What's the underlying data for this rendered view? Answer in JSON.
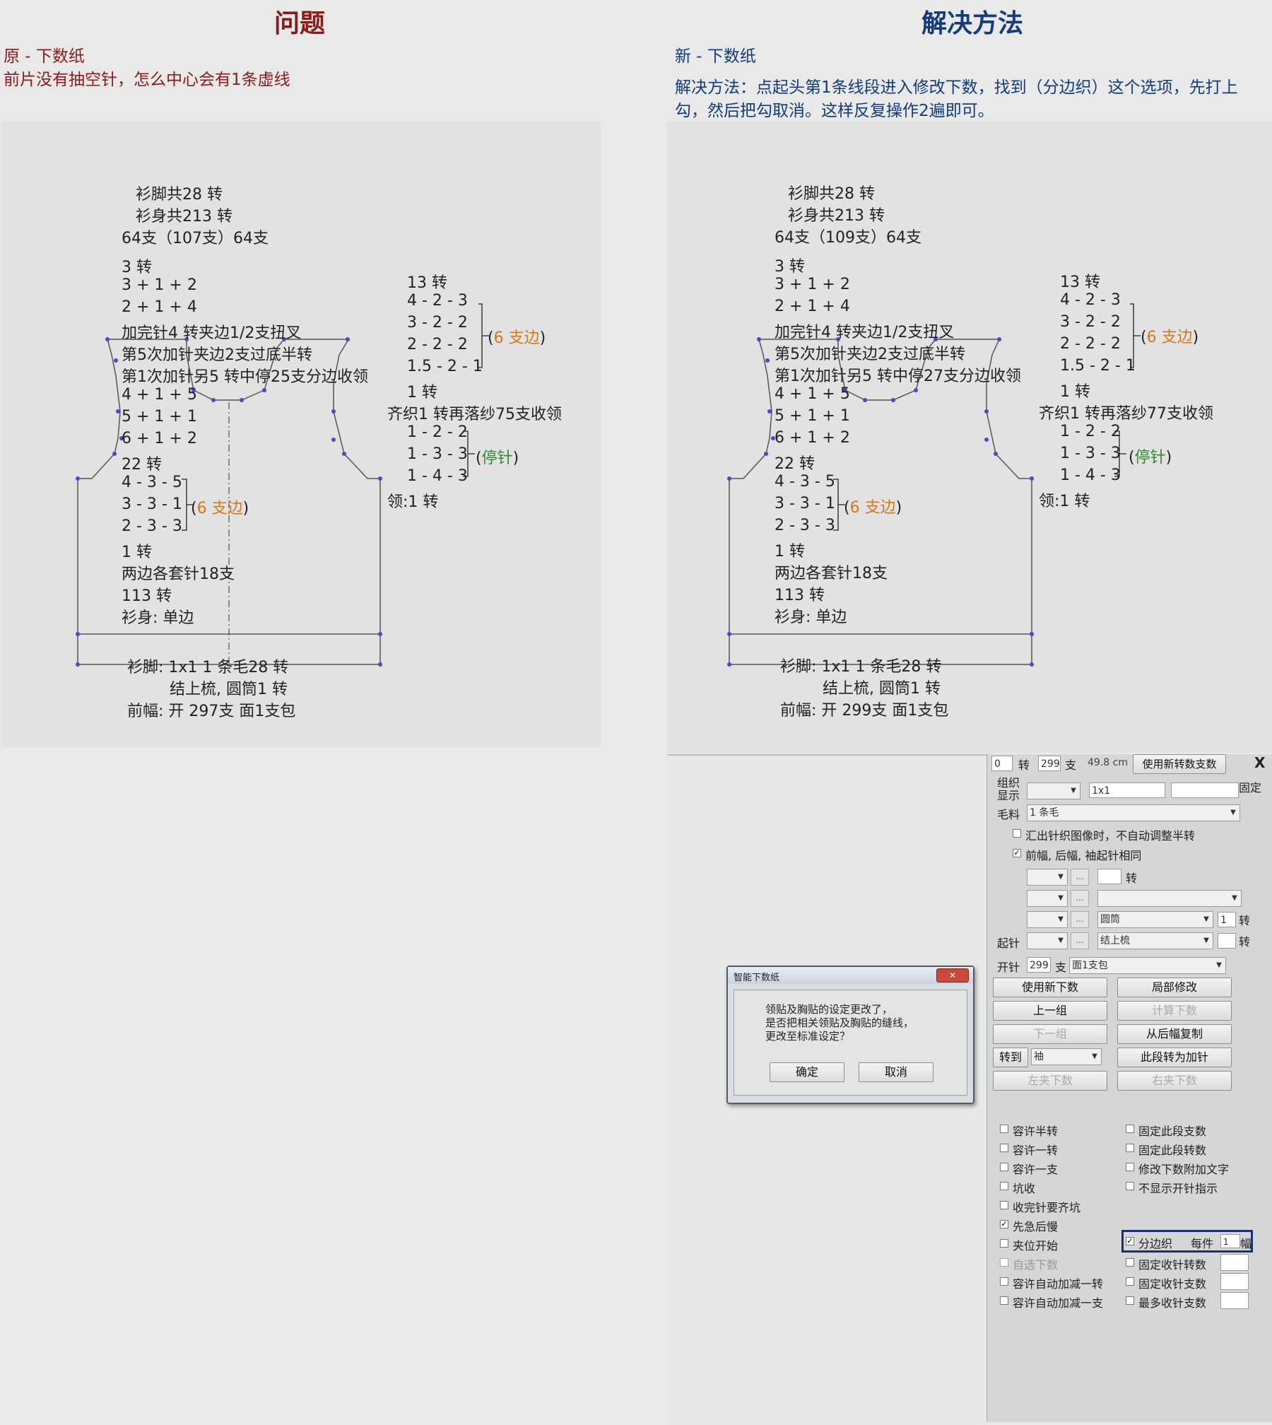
{
  "headings": {
    "problem": "问题",
    "solution": "解决方法"
  },
  "left": {
    "label": "原 - 下数纸",
    "desc": "前片没有抽空针，怎么中心会有1条虚线",
    "texts": [
      "衫脚共28 转",
      "衫身共213 转",
      "64支（107支）64支",
      "3 转",
      "3 + 1 + 2",
      "2 + 1 + 4",
      "加完针4 转夹边1/2支扭叉",
      "第5次加针夹边2支过底半转",
      "第1次加针另5 转中停25支分边收领",
      "4 + 1 + 5",
      "5 + 1 + 1",
      "6 + 1 + 2",
      "22 转",
      "4 - 3 - 5",
      "3 - 3 - 1",
      "2 - 3 - 3",
      "1 转",
      "两边各套针18支",
      "113 转",
      "衫身: 单边",
      "13 转",
      "4 - 2 - 3",
      "3 - 2 - 2",
      "2 - 2 - 2",
      "1.5 - 2 - 1",
      "1 转",
      "齐织1 转再落纱75支收领",
      "1 - 2 - 2",
      "1 - 3 - 3",
      "1 - 4 - 3",
      "领:1 转",
      "衫脚: 1x1    1 条毛28 转",
      "结上梳, 圆筒1 转",
      "前幅: 开 297支 面1支包"
    ],
    "bracket1": "6 支边",
    "bracket2": "6 支边",
    "bracket3": "停针"
  },
  "right": {
    "label": "新 - 下数纸",
    "desc": "解决方法：点起头第1条线段进入修改下数，找到（分边织）这个选项，先打上勾，然后把勾取消。这样反复操作2遍即可。",
    "texts": [
      "衫脚共28 转",
      "衫身共213 转",
      "64支（109支）64支",
      "3 转",
      "3 + 1 + 2",
      "2 + 1 + 4",
      "加完针4 转夹边1/2支扭叉",
      "第5次加针夹边2支过底半转",
      "第1次加针另5 转中停27支分边收领",
      "4 + 1 + 5",
      "5 + 1 + 1",
      "6 + 1 + 2",
      "22 转",
      "4 - 3 - 5",
      "3 - 3 - 1",
      "2 - 3 - 3",
      "1 转",
      "两边各套针18支",
      "113 转",
      "衫身: 单边",
      "13 转",
      "4 - 2 - 3",
      "3 - 2 - 2",
      "2 - 2 - 2",
      "1.5 - 2 - 1",
      "1 转",
      "齐织1 转再落纱77支收领",
      "1 - 2 - 2",
      "1 - 3 - 3",
      "1 - 4 - 3",
      "领:1 转",
      "衫脚: 1x1    1 条毛28 转",
      "结上梳, 圆筒1 转",
      "前幅: 开 299支 面1支包"
    ],
    "bracket1": "6 支边",
    "bracket2": "6 支边",
    "bracket3": "停针"
  },
  "dialog": {
    "title": "智能下数纸",
    "close": "✕",
    "message_lines": [
      "领贴及胸贴的设定更改了，",
      "是否把相关领贴及胸贴的缝线，",
      "更改至标准设定？"
    ],
    "ok": "确定",
    "cancel": "取消"
  },
  "panel": {
    "row1": {
      "turns": "0",
      "turns_unit": "转",
      "sts": "299",
      "sts_unit": "支",
      "cm": "49.8 cm",
      "use_btn": "使用新转数支数",
      "close": "X"
    },
    "group_label": "组织\n显示",
    "group_val": "1x1",
    "fixed": "固定",
    "yarn_label": "毛料",
    "yarn_val": "1 条毛",
    "chk_top1": "汇出针织图像时，不自动调整半转",
    "chk_top2": "前幅, 后幅, 袖起针相同",
    "turn_unit": "转",
    "tube": "圆筒",
    "tube_n": "1",
    "tube_unit": "转",
    "start_label": "起针",
    "comb": "结上梳",
    "comb_unit": "转",
    "cast_label": "开针",
    "cast_val": "299",
    "cast_unit": "支",
    "cast_wrap": "面1支包",
    "buttons": [
      "使用新下数",
      "局部修改",
      "上一组",
      "计算下数",
      "下一组",
      "从后幅复制",
      "此段转为加针",
      "左夹下数",
      "右夹下数"
    ],
    "turn_to": "转到",
    "turn_to_val": "袖",
    "checks_left": [
      "容许半转",
      "容许一转",
      "容许一支",
      "坑收",
      "收完针要齐坑",
      "先急后慢",
      "夹位开始",
      "自选下数",
      "容许自动加减一转",
      "容许自动加减一支"
    ],
    "checks_right": [
      "固定此段支数",
      "固定此段转数",
      "修改下数附加文字",
      "不显示开针指示",
      "分边织",
      "固定收针转数",
      "固定收针支数",
      "最多收针支数"
    ],
    "each": "每件",
    "each_val": "1",
    "each_unit": "幅"
  }
}
